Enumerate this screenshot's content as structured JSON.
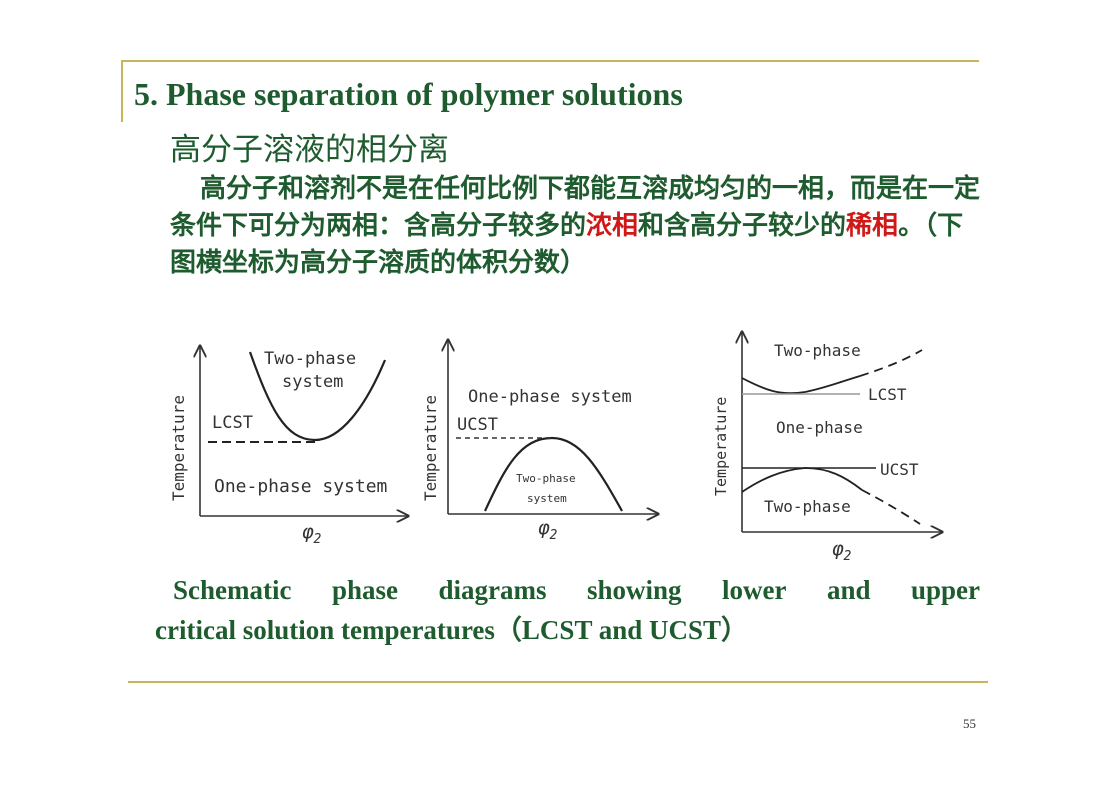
{
  "slide": {
    "title": "5. Phase separation of polymer solutions",
    "subtitle": "高分子溶液的相分离",
    "paragraph": {
      "part1": "高分子和溶剂不是在任何比例下都能互溶成均匀的一相，而是在一定条件下可分为两相：含高分子较多的",
      "highlight1": "浓相",
      "part2": "和含高分子较少的",
      "highlight2": "稀相",
      "part3": "。（下图横坐标为高分子溶质的体积分数）"
    },
    "caption_line1": [
      "Schematic",
      "phase",
      "diagrams",
      "showing",
      "lower",
      "and",
      "upper"
    ],
    "caption_line2": "critical solution temperatures（LCST and UCST）",
    "page_number": "55",
    "highlight_color": "#d01818",
    "text_color": "#1e5b2e"
  },
  "diagrams": {
    "lcst": {
      "y_axis": "Temperature",
      "x_axis": "φ",
      "x_sub": "2",
      "upper_region": "Two-phase",
      "upper_region_2": "system",
      "critical_label": "LCST",
      "lower_region": "One-phase system"
    },
    "ucst": {
      "y_axis": "Temperature",
      "x_axis": "φ",
      "x_sub": "2",
      "upper_region": "One-phase system",
      "critical_label": "UCST",
      "dome_label": "Two-phase",
      "dome_label_2": "system"
    },
    "combined": {
      "y_axis": "Temperature",
      "x_axis": "φ",
      "x_sub": "2",
      "top_region": "Two-phase",
      "lcst_label": "LCST",
      "middle_region": "One-phase",
      "ucst_label": "UCST",
      "bottom_region": "Two-phase"
    }
  }
}
